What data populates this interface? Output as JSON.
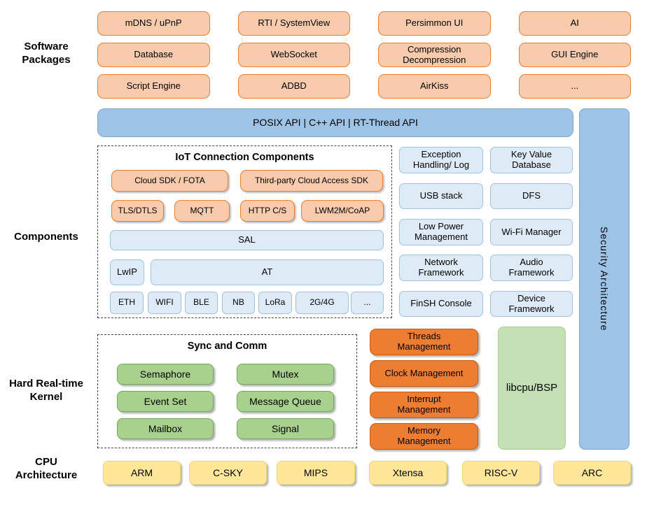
{
  "colors": {
    "peach_fill": "#F8CBAD",
    "peach_border": "#ED7D31",
    "blue_fill": "#9DC3E6",
    "lightblue_fill": "#DEEBF7",
    "green_fill": "#A9D18E",
    "lightgreen_fill": "#C5E0B4",
    "orange_fill": "#ED7D31",
    "yellow_fill": "#FFE699"
  },
  "section_labels": {
    "software_packages": "Software\nPackages",
    "components": "Components",
    "kernel": "Hard Real-time\nKernel",
    "cpu": "CPU\nArchitecture"
  },
  "software_packages": [
    "mDNS / uPnP",
    "RTI / SystemView",
    "Persimmon UI",
    "AI",
    "Database",
    "WebSocket",
    "Compression\nDecompression",
    "GUI Engine",
    "Script Engine",
    "ADBD",
    "AirKiss",
    "..."
  ],
  "api_bar": "POSIX API  |  C++ API  |  RT-Thread API",
  "security_bar": "Security Architecture",
  "iot": {
    "title": "IoT Connection Components",
    "cloud_sdk": "Cloud SDK / FOTA",
    "third_party": "Third-party Cloud Access SDK",
    "protocols": [
      "TLS/DTLS",
      "MQTT",
      "HTTP C/S",
      "LWM2M/CoAP"
    ],
    "sal": "SAL",
    "lwip": "LwIP",
    "at": "AT",
    "links": [
      "ETH",
      "WIFI",
      "BLE",
      "NB",
      "LoRa",
      "2G/4G",
      "..."
    ]
  },
  "component_boxes": [
    "Exception\nHandling/ Log",
    "Key Value\nDatabase",
    "USB stack",
    "DFS",
    "Low Power\nManagement",
    "Wi-Fi Manager",
    "Network\nFramework",
    "Audio\nFramework",
    "FinSH Console",
    "Device\nFramework"
  ],
  "sync": {
    "title": "Sync and Comm",
    "items": [
      "Semaphore",
      "Mutex",
      "Event Set",
      "Message Queue",
      "Mailbox",
      "Signal"
    ]
  },
  "management": [
    "Threads\nManagement",
    "Clock Management",
    "Interrupt\nManagement",
    "Memory\nManagement"
  ],
  "libcpu": "libcpu/BSP",
  "cpu_row": [
    "ARM",
    "C-SKY",
    "MIPS",
    "Xtensa",
    "RISC-V",
    "ARC"
  ]
}
